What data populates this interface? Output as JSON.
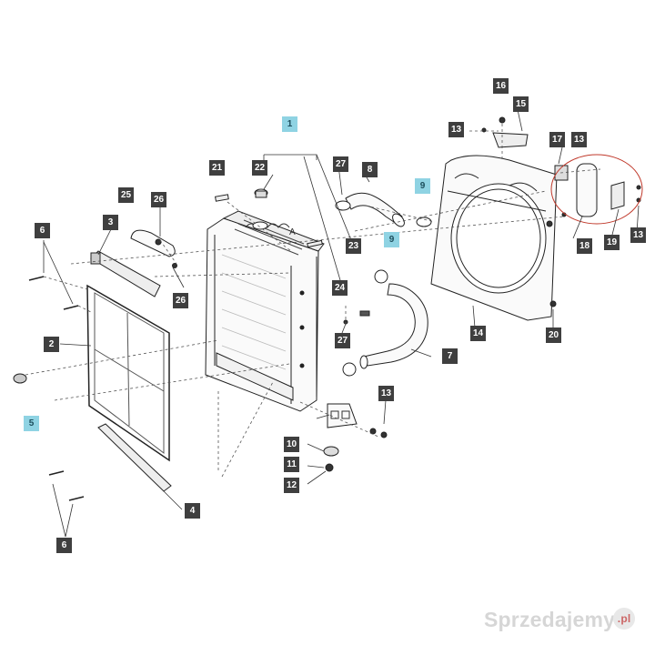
{
  "callouts": [
    {
      "num": "1",
      "highlight": true
    },
    {
      "num": "2",
      "highlight": false
    },
    {
      "num": "3",
      "highlight": false
    },
    {
      "num": "4",
      "highlight": false
    },
    {
      "num": "5",
      "highlight": true
    },
    {
      "num": "6",
      "highlight": false
    },
    {
      "num": "6",
      "highlight": false
    },
    {
      "num": "7",
      "highlight": false
    },
    {
      "num": "8",
      "highlight": false
    },
    {
      "num": "9",
      "highlight": true
    },
    {
      "num": "9",
      "highlight": true
    },
    {
      "num": "10",
      "highlight": false
    },
    {
      "num": "11",
      "highlight": false
    },
    {
      "num": "12",
      "highlight": false
    },
    {
      "num": "13",
      "highlight": false
    },
    {
      "num": "13",
      "highlight": false
    },
    {
      "num": "13",
      "highlight": false
    },
    {
      "num": "13",
      "highlight": false
    },
    {
      "num": "14",
      "highlight": false
    },
    {
      "num": "15",
      "highlight": false
    },
    {
      "num": "16",
      "highlight": false
    },
    {
      "num": "17",
      "highlight": false
    },
    {
      "num": "18",
      "highlight": false
    },
    {
      "num": "19",
      "highlight": false
    },
    {
      "num": "20",
      "highlight": false
    },
    {
      "num": "21",
      "highlight": false
    },
    {
      "num": "22",
      "highlight": false
    },
    {
      "num": "23",
      "highlight": false
    },
    {
      "num": "24",
      "highlight": false
    },
    {
      "num": "25",
      "highlight": false
    },
    {
      "num": "26",
      "highlight": false
    },
    {
      "num": "26",
      "highlight": false
    },
    {
      "num": "27",
      "highlight": false
    },
    {
      "num": "27",
      "highlight": false
    }
  ],
  "detail_letter": "A",
  "watermark": {
    "text": "Sprzedajemy",
    "suffix": ".pl"
  },
  "colors": {
    "callout_bg": "#3f3f3f",
    "callout_highlight": "#8fd3e3",
    "detail_circle": "#c0392b"
  }
}
